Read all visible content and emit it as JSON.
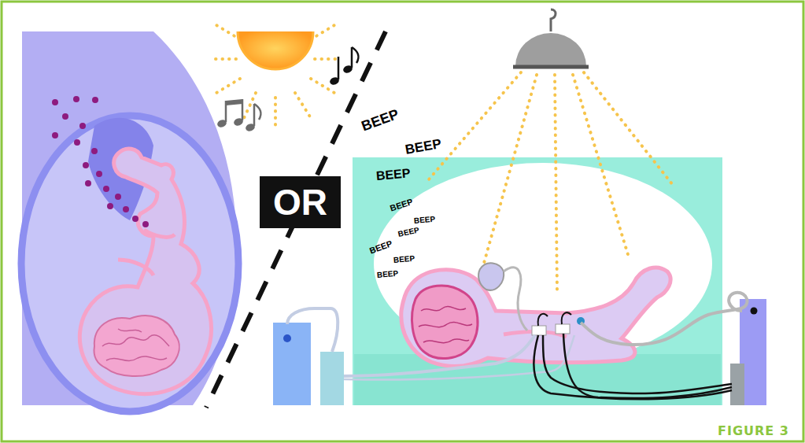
{
  "diagram": {
    "caption": "FIGURE 3",
    "nodes": [
      {
        "text": [
          "OR"
        ]
      }
    ],
    "labels": [
      "BEEP",
      "BEEP",
      "BEEP",
      "BEEP",
      "BEEP",
      "BEEP",
      "BEEP",
      "BEEP",
      "BEEP"
    ]
  }
}
